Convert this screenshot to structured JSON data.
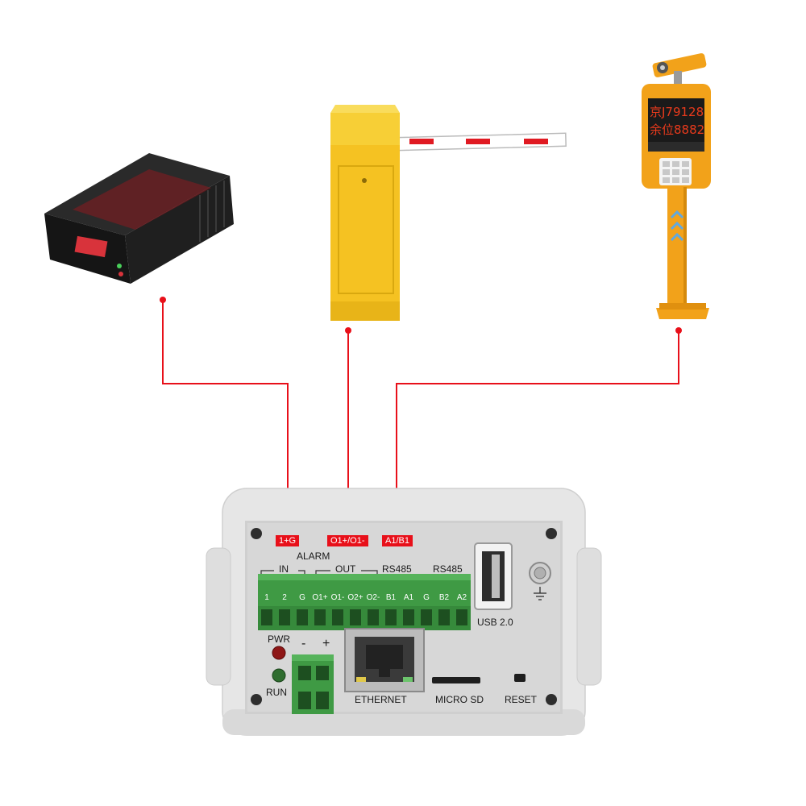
{
  "connection_tags": {
    "alarm_in": "1+G",
    "output": "O1+/O1-",
    "rs485": "A1/B1"
  },
  "controller": {
    "alarm_label": "ALARM",
    "in_label": "IN",
    "out_label": "OUT",
    "rs485_label_1": "RS485",
    "rs485_label_2": "RS485",
    "pins": [
      "1",
      "2",
      "G",
      "O1+",
      "O1-",
      "O2+",
      "O2-",
      "B1",
      "A1",
      "G",
      "B2",
      "A2"
    ],
    "usb_label": "USB 2.0",
    "pwr_label": "PWR",
    "run_label": "RUN",
    "minus_label": "-",
    "plus_label": "+",
    "ethernet_label": "ETHERNET",
    "microsd_label": "MICRO SD",
    "reset_label": "RESET"
  },
  "kiosk": {
    "line1": "京J79128",
    "line2": "余位8882"
  },
  "colors": {
    "wire": "#e8101a",
    "terminal_green": "#3f9a44",
    "barrier_yellow": "#f5c222",
    "kiosk_orange": "#f2a21a",
    "enclosure": "#e4e4e4"
  }
}
